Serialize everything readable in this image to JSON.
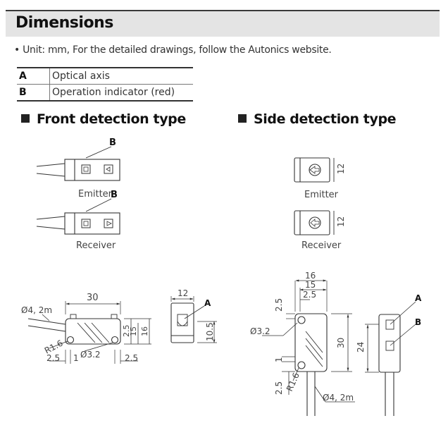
{
  "title": "Dimensions",
  "note": "• Unit: mm, For the detailed drawings, follow the Autonics website.",
  "legend": [
    {
      "key": "A",
      "text": "Optical axis"
    },
    {
      "key": "B",
      "text": "Operation indicator (red)"
    }
  ],
  "sections": {
    "front": "Front detection type",
    "side": "Side detection type"
  },
  "callouts": {
    "a": "A",
    "b": "B"
  },
  "labels": {
    "emitter": "Emitter",
    "receiver": "Receiver"
  },
  "dims": {
    "twelve": "12",
    "thirty": "30",
    "cable": "Ø4, 2m",
    "r16": "R1.6",
    "d32": "Ø3.2",
    "two5": "2.5",
    "one": "1",
    "fifteen": "15",
    "sixteen": "16",
    "ten5": "10.5",
    "twentyfour": "24"
  }
}
